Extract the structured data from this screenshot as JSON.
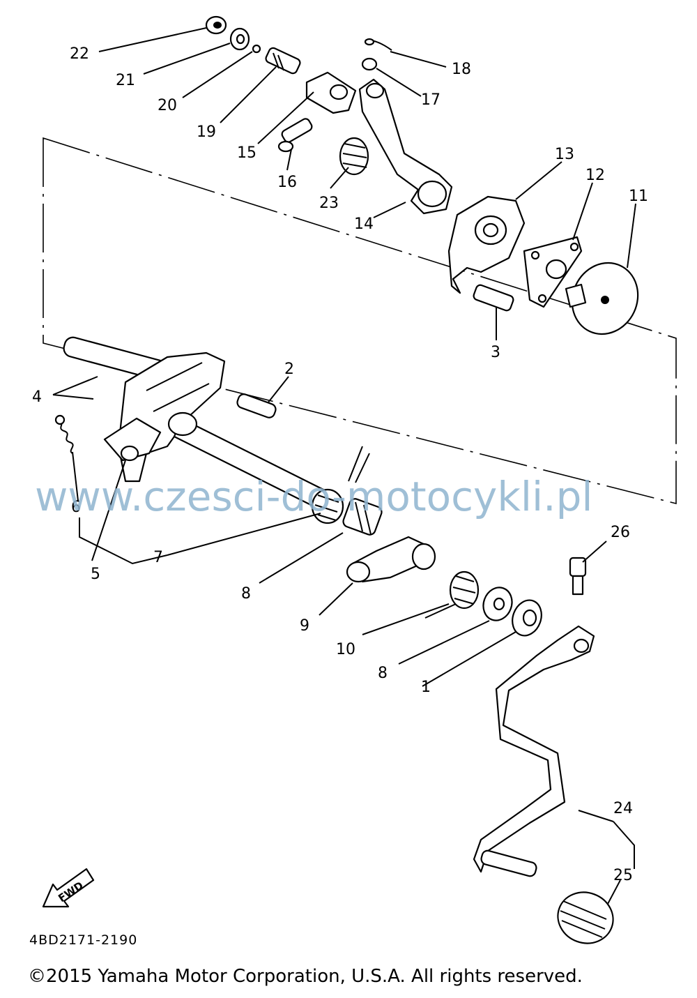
{
  "diagram": {
    "callouts": {
      "p1": "1",
      "p2": "2",
      "p3": "3",
      "p4": "4",
      "p5": "5",
      "p6": "6",
      "p7": "7",
      "p8a": "8",
      "p8b": "8",
      "p9": "9",
      "p10": "10",
      "p11": "11",
      "p12": "12",
      "p13": "13",
      "p14": "14",
      "p15": "15",
      "p16": "16",
      "p17": "17",
      "p18": "18",
      "p19": "19",
      "p20": "20",
      "p21": "21",
      "p22": "22",
      "p23": "23",
      "p24": "24",
      "p25": "25",
      "p26": "26"
    },
    "fwd_label": "FWD",
    "diagram_code": "4BD2171-2190",
    "watermark": "www.czesci-do-motocykli.pl",
    "copyright": "©2015 Yamaha Motor Corporation, U.S.A. All rights reserved."
  }
}
